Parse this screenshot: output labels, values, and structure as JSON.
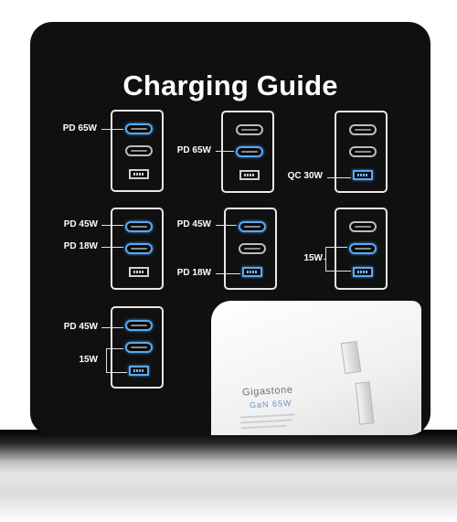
{
  "title": "Charging Guide",
  "labels": {
    "l1": "PD 65W",
    "l2": "PD 65W",
    "l3": "QC 30W",
    "l4a": "PD 45W",
    "l4b": "PD 18W",
    "l5a": "PD 45W",
    "l5b": "PD 18W",
    "l6": "15W",
    "l7a": "PD 45W",
    "l7b": "15W"
  },
  "product": {
    "brand": "Gigastone",
    "model": "GaN 65W"
  },
  "colors": {
    "card_background": "#101010",
    "active_port": "#5aa9f0"
  }
}
